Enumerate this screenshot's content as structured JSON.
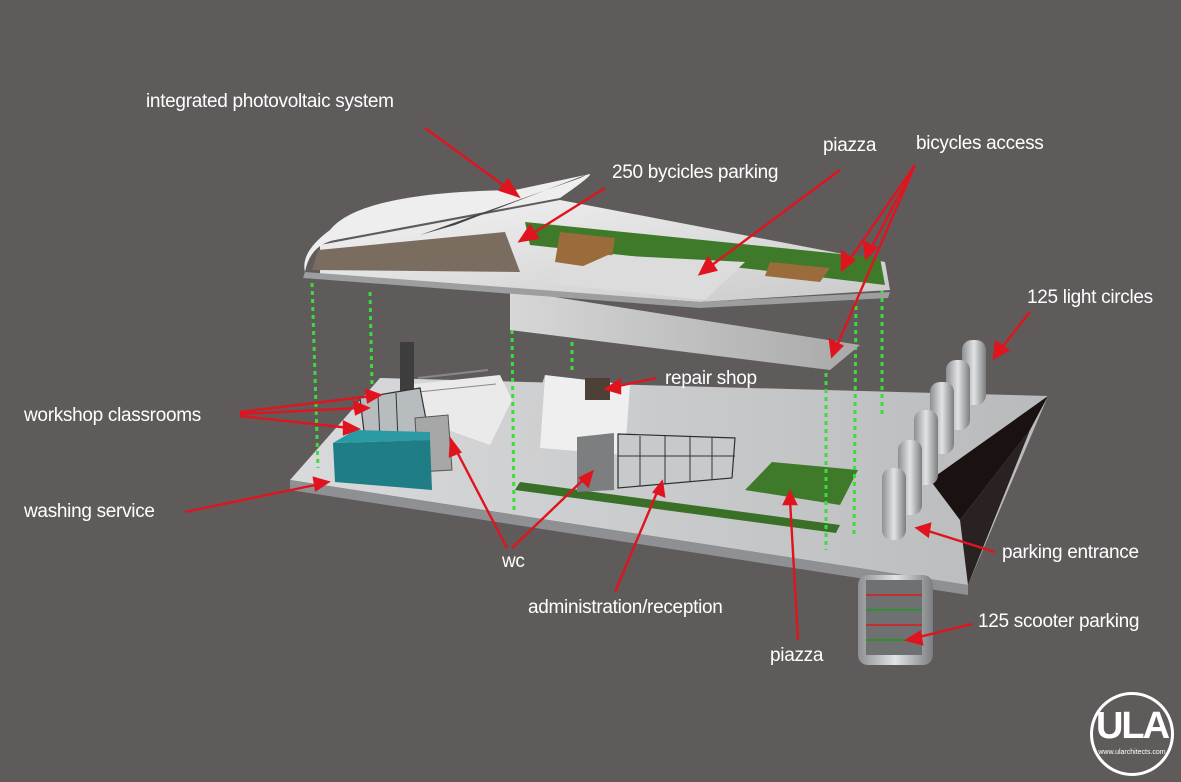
{
  "labels": {
    "photovoltaic": "integrated photovoltaic system",
    "bicycles_parking": "250 bycicles parking",
    "piazza_top": "piazza",
    "bicycles_access": "bicycles access",
    "light_circles": "125 light circles",
    "repair_shop": "repair shop",
    "workshop_classrooms": "workshop classrooms",
    "washing_service": "washing service",
    "wc": "wc",
    "parking_entrance": "parking entrance",
    "administration": "administration/reception",
    "scooter_parking": "125 scooter parking",
    "piazza_bottom": "piazza"
  },
  "logo": {
    "text": "ULA",
    "url_text": "www.ularchitects.com"
  },
  "colors": {
    "background": "#5f5b5b",
    "arrow": "#e0141e",
    "guide": "#3ddb3d",
    "label": "#ffffff"
  }
}
